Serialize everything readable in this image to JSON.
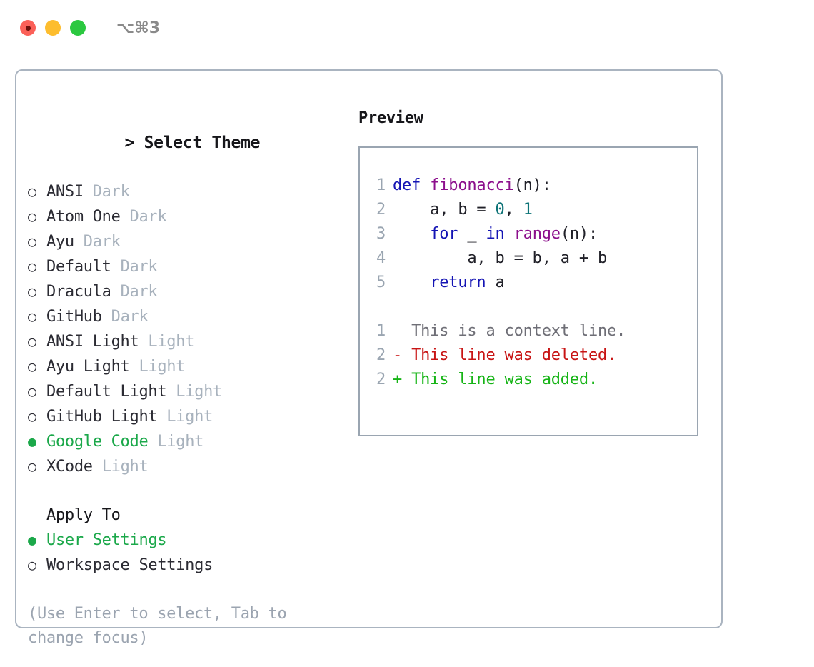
{
  "titlebar": {
    "shortcut": "⌥⌘3",
    "buttons": [
      {
        "name": "close",
        "color": "#fb6058"
      },
      {
        "name": "minimize",
        "color": "#fdbd2e"
      },
      {
        "name": "maximize",
        "color": "#2bc840"
      }
    ]
  },
  "accent": {
    "selected_green": "#1ba84a",
    "muted": "#a8b2bd",
    "text": "#2b2b33",
    "border": "#aab4c0"
  },
  "theme_picker": {
    "prompt_prefix": "> ",
    "title": "Select Theme",
    "marker_off": "○",
    "marker_on": "●",
    "items": [
      {
        "label": "ANSI",
        "tag": "Dark",
        "selected": false
      },
      {
        "label": "Atom One",
        "tag": "Dark",
        "selected": false
      },
      {
        "label": "Ayu",
        "tag": "Dark",
        "selected": false
      },
      {
        "label": "Default",
        "tag": "Dark",
        "selected": false
      },
      {
        "label": "Dracula",
        "tag": "Dark",
        "selected": false
      },
      {
        "label": "GitHub",
        "tag": "Dark",
        "selected": false
      },
      {
        "label": "ANSI Light",
        "tag": "Light",
        "selected": false
      },
      {
        "label": "Ayu Light",
        "tag": "Light",
        "selected": false
      },
      {
        "label": "Default Light",
        "tag": "Light",
        "selected": false
      },
      {
        "label": "GitHub Light",
        "tag": "Light",
        "selected": false
      },
      {
        "label": "Google Code",
        "tag": "Light",
        "selected": true
      },
      {
        "label": "XCode",
        "tag": "Light",
        "selected": false
      }
    ]
  },
  "apply_to": {
    "title": "Apply To",
    "items": [
      {
        "label": "User Settings",
        "selected": true
      },
      {
        "label": "Workspace Settings",
        "selected": false
      }
    ]
  },
  "hint": "(Use Enter to select, Tab to change focus)",
  "preview": {
    "title": "Preview",
    "code_lines": [
      {
        "no": "1",
        "tokens": [
          {
            "t": "def ",
            "c": "kw"
          },
          {
            "t": "fibonacci",
            "c": "fn"
          },
          {
            "t": "(n):",
            "c": "plain"
          }
        ]
      },
      {
        "no": "2",
        "tokens": [
          {
            "t": "    a, b = ",
            "c": "plain"
          },
          {
            "t": "0",
            "c": "num"
          },
          {
            "t": ", ",
            "c": "plain"
          },
          {
            "t": "1",
            "c": "num"
          }
        ]
      },
      {
        "no": "3",
        "tokens": [
          {
            "t": "    ",
            "c": "plain"
          },
          {
            "t": "for",
            "c": "kw"
          },
          {
            "t": " _ ",
            "c": "plain"
          },
          {
            "t": "in",
            "c": "kw"
          },
          {
            "t": " ",
            "c": "plain"
          },
          {
            "t": "range",
            "c": "fn"
          },
          {
            "t": "(n):",
            "c": "plain"
          }
        ]
      },
      {
        "no": "4",
        "tokens": [
          {
            "t": "        a, b = b, a + b",
            "c": "plain"
          }
        ]
      },
      {
        "no": "5",
        "tokens": [
          {
            "t": "    ",
            "c": "plain"
          },
          {
            "t": "return",
            "c": "kw"
          },
          {
            "t": " a",
            "c": "plain"
          }
        ]
      }
    ],
    "diff_lines": [
      {
        "no": "1",
        "text": "  This is a context line.",
        "kind": "ctx"
      },
      {
        "no": "2",
        "text": "- This line was deleted.",
        "kind": "del"
      },
      {
        "no": "2",
        "text": "+ This line was added.",
        "kind": "add"
      }
    ]
  }
}
